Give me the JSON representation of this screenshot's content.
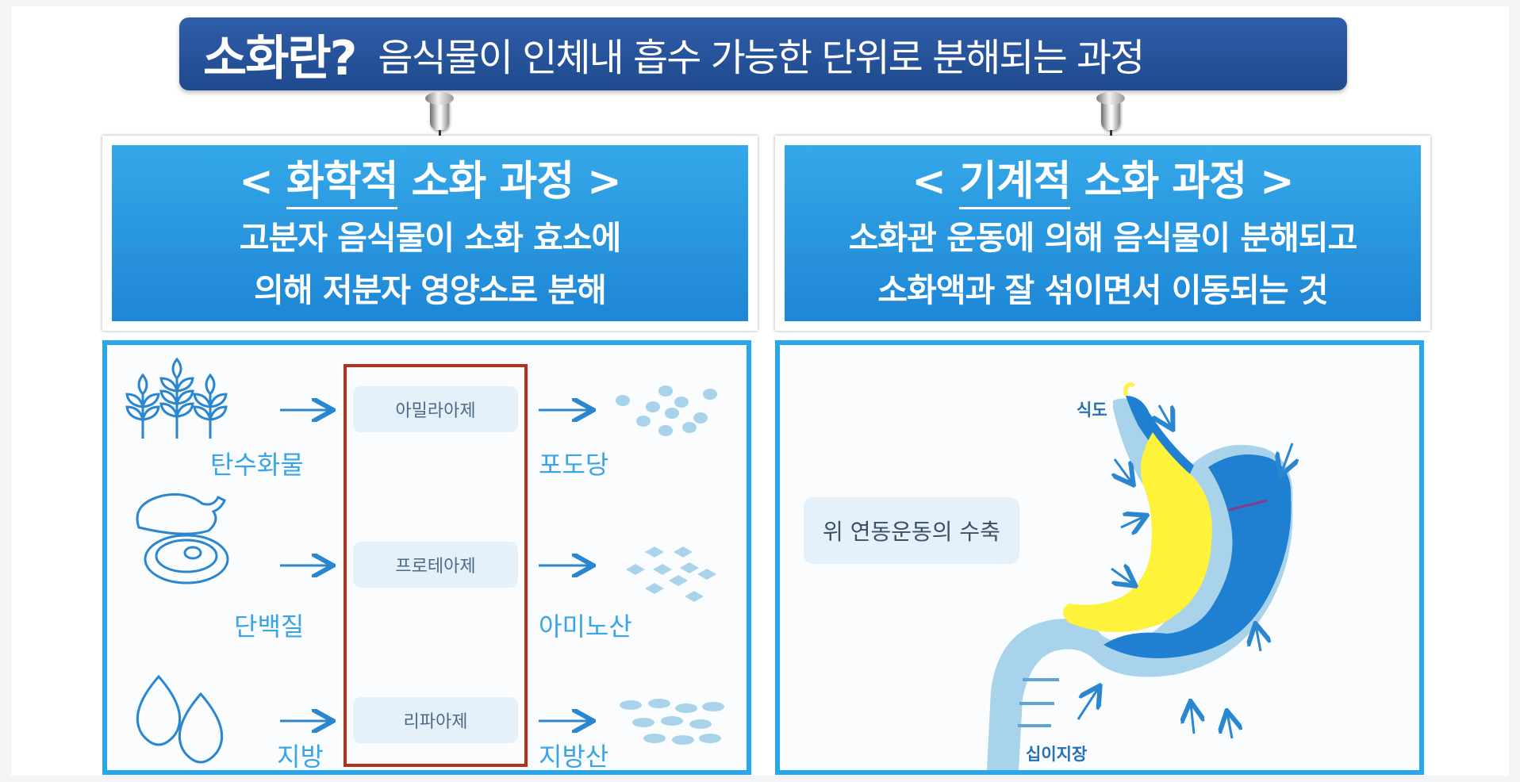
{
  "title": {
    "strong": "소화란?",
    "sub": "음식물이 인체내 흡수 가능한 단위로 분해되는 과정"
  },
  "chemical": {
    "title_prefix": "< ",
    "title_keyword": "화학적",
    "title_suffix": " 소화 과정 >",
    "desc_line1": "고분자 음식물이 소화 효소에",
    "desc_line2": "의해 저분자 영양소로 분해",
    "rows": [
      {
        "food": "탄수화물",
        "enzyme": "아밀라아제",
        "product": "포도당",
        "food_icon": "wheat-icon",
        "product_icon": "glucose-dots-icon"
      },
      {
        "food": "단백질",
        "enzyme": "프로테아제",
        "product": "아미노산",
        "food_icon": "meat-icon",
        "product_icon": "amino-acid-diamonds-icon"
      },
      {
        "food": "지방",
        "enzyme": "리파아제",
        "product": "지방산",
        "food_icon": "fat-drops-icon",
        "product_icon": "fatty-acid-ovals-icon"
      }
    ]
  },
  "mechanical": {
    "title_prefix": "< ",
    "title_keyword": "기계적",
    "title_suffix": " 소화 과정 >",
    "desc_line1": "소화관 운동에 의해 음식물이 분해되고",
    "desc_line2": "소화액과 잘 섞이면서 이동되는 것",
    "contraction_label": "위 연동운동의 수축",
    "esophagus_label": "식도",
    "duodenum_label": "십이지장"
  },
  "colors": {
    "banner": "#1f4a8e",
    "header_blue": "#27a8ee",
    "label_blue": "#3aa5e6",
    "enzyme_frame": "#b3321c",
    "stomach_outer": "#a9d3ea",
    "stomach_inner": "#fff23a",
    "stomach_wall": "#1f7fd0"
  }
}
